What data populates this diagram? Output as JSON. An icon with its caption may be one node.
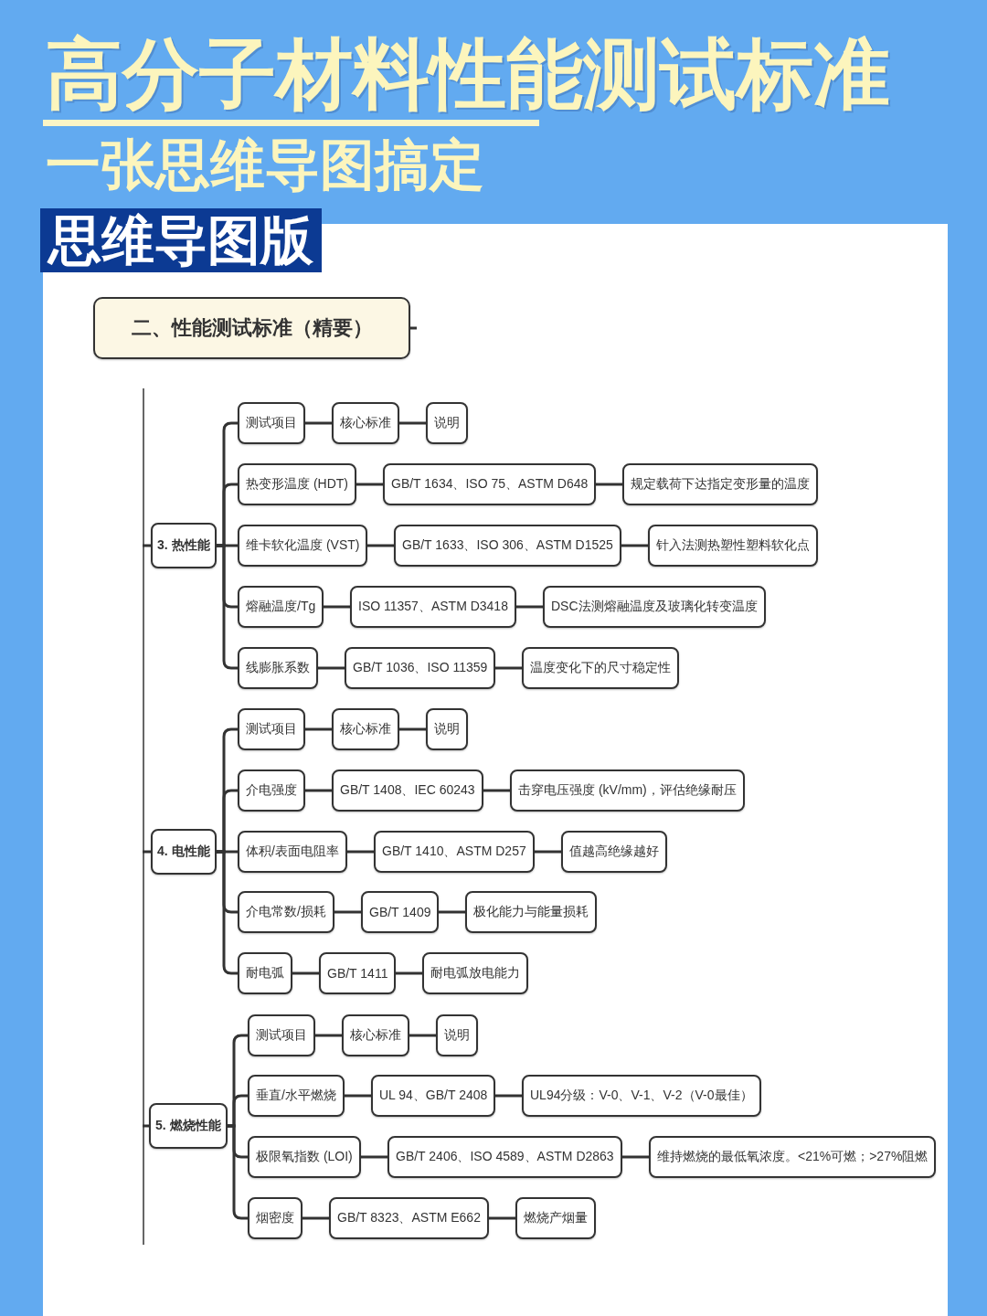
{
  "diagram": {
    "title": "高分子材料性能测试标准",
    "nodes": [
      {
        "text": [
          "二、性能测试标准（精要）"
        ]
      },
      {
        "text": [
          "3. 热性能"
        ]
      },
      {
        "text": [
          "测试项目"
        ]
      },
      {
        "text": [
          "核心标准"
        ]
      },
      {
        "text": [
          "说明"
        ]
      },
      {
        "text": [
          "热变形温度 (HDT)"
        ]
      },
      {
        "text": [
          "GB/T 1634、ISO 75、ASTM D648"
        ]
      },
      {
        "text": [
          "规定载荷下达指定变形量的温度"
        ]
      },
      {
        "text": [
          "维卡软化温度 (VST)"
        ]
      },
      {
        "text": [
          "GB/T 1633、ISO 306、ASTM D1525"
        ]
      },
      {
        "text": [
          "针入法测热塑性塑料软化点"
        ]
      },
      {
        "text": [
          "熔融温度/Tg"
        ]
      },
      {
        "text": [
          "ISO 11357、ASTM D3418"
        ]
      },
      {
        "text": [
          "DSC法测熔融温度及玻璃化转变温度"
        ]
      },
      {
        "text": [
          "线膨胀系数"
        ]
      },
      {
        "text": [
          "GB/T 1036、ISO 11359"
        ]
      },
      {
        "text": [
          "温度变化下的尺寸稳定性"
        ]
      },
      {
        "text": [
          "4. 电性能"
        ]
      },
      {
        "text": [
          "测试项目"
        ]
      },
      {
        "text": [
          "核心标准"
        ]
      },
      {
        "text": [
          "说明"
        ]
      },
      {
        "text": [
          "介电强度"
        ]
      },
      {
        "text": [
          "GB/T 1408、IEC 60243"
        ]
      },
      {
        "text": [
          "击穿电压强度 (kV/mm)，评估绝缘耐压"
        ]
      },
      {
        "text": [
          "体积/表面电阻率"
        ]
      },
      {
        "text": [
          "GB/T 1410、ASTM D257"
        ]
      },
      {
        "text": [
          "值越高绝缘越好"
        ]
      },
      {
        "text": [
          "介电常数/损耗"
        ]
      },
      {
        "text": [
          "GB/T 1409"
        ]
      },
      {
        "text": [
          "极化能力与能量损耗"
        ]
      },
      {
        "text": [
          "耐电弧"
        ]
      },
      {
        "text": [
          "GB/T 1411"
        ]
      },
      {
        "text": [
          "耐电弧放电能力"
        ]
      },
      {
        "text": [
          "5. 燃烧性能"
        ]
      },
      {
        "text": [
          "测试项目"
        ]
      },
      {
        "text": [
          "核心标准"
        ]
      },
      {
        "text": [
          "说明"
        ]
      },
      {
        "text": [
          "垂直/水平燃烧"
        ]
      },
      {
        "text": [
          "UL 94、GB/T 2408"
        ]
      },
      {
        "text": [
          "UL94分级：V-0、V-1、V-2（V-0最佳）"
        ]
      },
      {
        "text": [
          "极限氧指数 (LOI)"
        ]
      },
      {
        "text": [
          "GB/T 2406、ISO 4589、ASTM D2863"
        ]
      },
      {
        "text": [
          "维持燃烧的最低氧浓度。<21%可燃；>27%阻燃"
        ]
      },
      {
        "text": [
          "烟密度"
        ]
      },
      {
        "text": [
          "GB/T 8323、ASTM E662"
        ]
      },
      {
        "text": [
          "燃烧产烟量"
        ]
      }
    ],
    "edges": [
      {
        "from": 0,
        "to": null,
        "arrow": "none"
      },
      {
        "from": null,
        "to": 1,
        "arrow": "none"
      },
      {
        "from": null,
        "to": 17,
        "arrow": "none"
      },
      {
        "from": null,
        "to": 33,
        "arrow": "none"
      },
      {
        "from": 1,
        "to": 2,
        "arrow": "none"
      },
      {
        "from": 2,
        "to": 3,
        "arrow": "none"
      },
      {
        "from": 3,
        "to": 4,
        "arrow": "none"
      },
      {
        "from": 1,
        "to": 5,
        "arrow": "none"
      },
      {
        "from": 5,
        "to": 6,
        "arrow": "none"
      },
      {
        "from": 6,
        "to": 7,
        "arrow": "none"
      },
      {
        "from": 1,
        "to": 8,
        "arrow": "none"
      },
      {
        "from": 8,
        "to": 9,
        "arrow": "none"
      },
      {
        "from": 9,
        "to": 10,
        "arrow": "none"
      },
      {
        "from": 1,
        "to": 11,
        "arrow": "none"
      },
      {
        "from": 11,
        "to": 12,
        "arrow": "none"
      },
      {
        "from": 12,
        "to": 13,
        "arrow": "none"
      },
      {
        "from": 1,
        "to": 14,
        "arrow": "none"
      },
      {
        "from": 14,
        "to": 15,
        "arrow": "none"
      },
      {
        "from": 15,
        "to": 16,
        "arrow": "none"
      },
      {
        "from": 17,
        "to": 18,
        "arrow": "none"
      },
      {
        "from": 18,
        "to": 19,
        "arrow": "none"
      },
      {
        "from": 19,
        "to": 20,
        "arrow": "none"
      },
      {
        "from": 17,
        "to": 21,
        "arrow": "none"
      },
      {
        "from": 21,
        "to": 22,
        "arrow": "none"
      },
      {
        "from": 22,
        "to": 23,
        "arrow": "none"
      },
      {
        "from": 17,
        "to": 24,
        "arrow": "none"
      },
      {
        "from": 24,
        "to": 25,
        "arrow": "none"
      },
      {
        "from": 25,
        "to": 26,
        "arrow": "none"
      },
      {
        "from": 17,
        "to": 27,
        "arrow": "none"
      },
      {
        "from": 27,
        "to": 28,
        "arrow": "none"
      },
      {
        "from": 28,
        "to": 29,
        "arrow": "none"
      },
      {
        "from": 17,
        "to": 30,
        "arrow": "none"
      },
      {
        "from": 30,
        "to": 31,
        "arrow": "none"
      },
      {
        "from": 31,
        "to": 32,
        "arrow": "none"
      },
      {
        "from": 33,
        "to": 34,
        "arrow": "none"
      },
      {
        "from": 34,
        "to": 35,
        "arrow": "none"
      },
      {
        "from": 35,
        "to": 36,
        "arrow": "none"
      },
      {
        "from": 33,
        "to": 37,
        "arrow": "none"
      },
      {
        "from": 37,
        "to": 38,
        "arrow": "none"
      },
      {
        "from": 38,
        "to": 39,
        "arrow": "none"
      },
      {
        "from": 33,
        "to": 40,
        "arrow": "none"
      },
      {
        "from": 40,
        "to": 41,
        "arrow": "none"
      },
      {
        "from": 41,
        "to": 42,
        "arrow": "none"
      },
      {
        "from": 33,
        "to": 43,
        "arrow": "none"
      },
      {
        "from": 43,
        "to": 44,
        "arrow": "none"
      },
      {
        "from": 44,
        "to": 45,
        "arrow": "none"
      }
    ],
    "labels": [
      "一张思维导图搞定",
      "思维导图版"
    ]
  }
}
